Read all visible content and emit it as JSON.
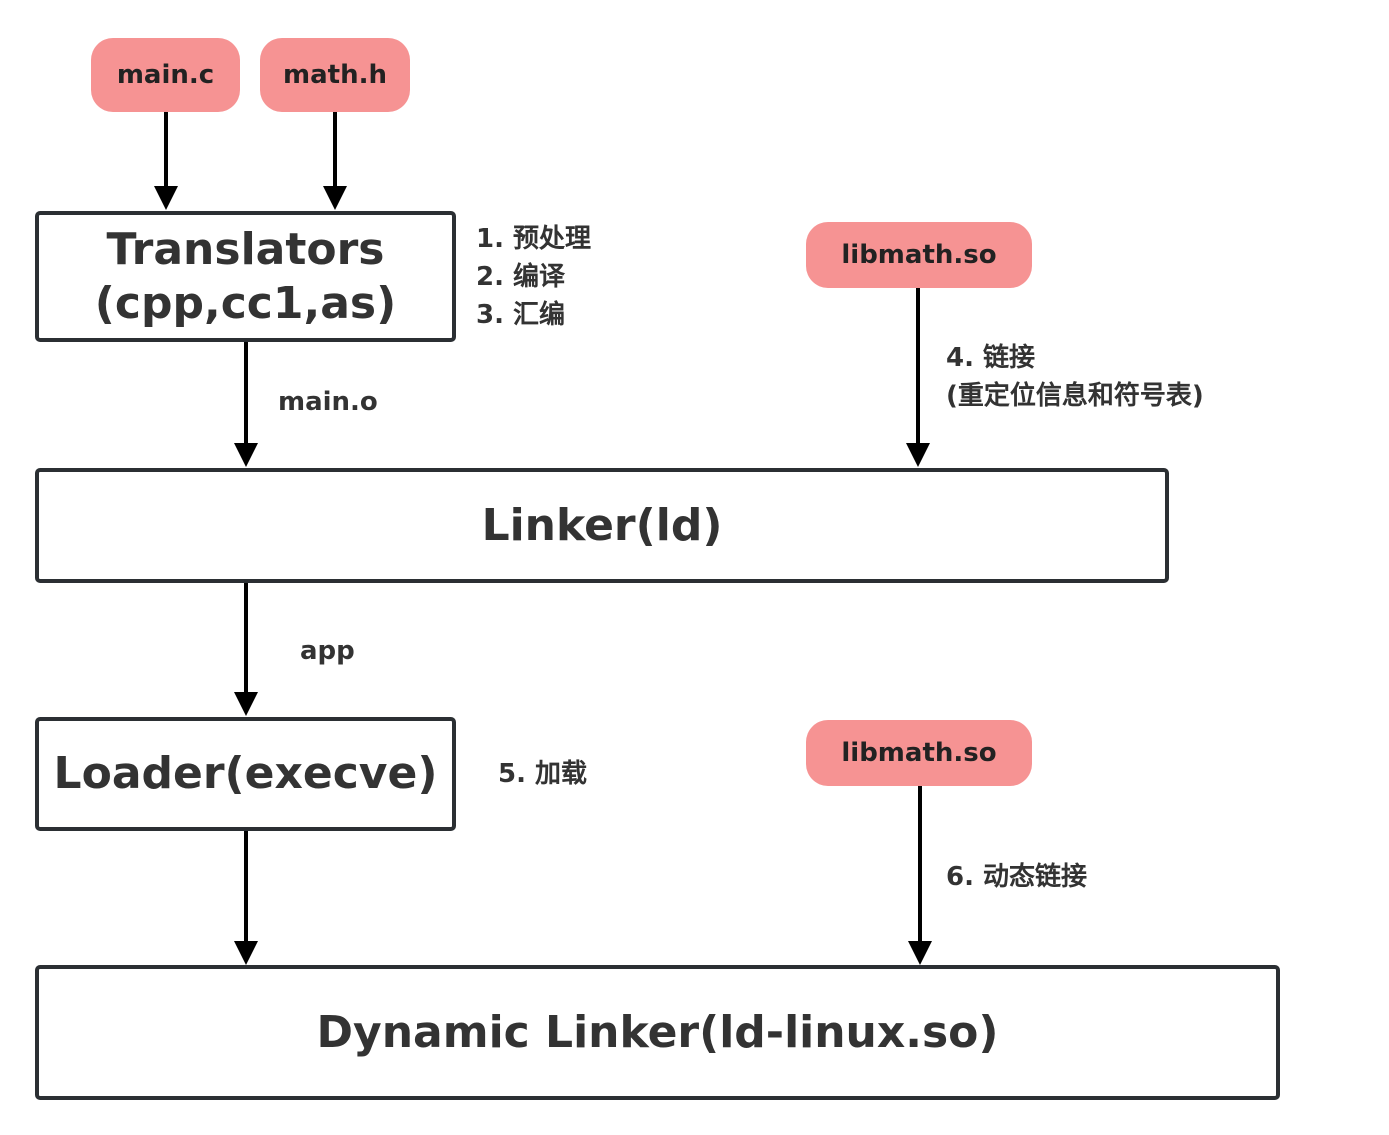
{
  "sources": {
    "main_c": "main.c",
    "math_h": "math.h"
  },
  "libs": {
    "lib_top": "libmath.so",
    "lib_bottom": "libmath.so"
  },
  "boxes": {
    "translators_line1": "Translators",
    "translators_line2": "(cpp,cc1,as)",
    "linker": "Linker(ld)",
    "loader": "Loader(execve)",
    "dynamic_linker": "Dynamic Linker(ld-linux.so)"
  },
  "labels": {
    "main_o": "main.o",
    "app": "app"
  },
  "steps": {
    "s1": "1. 预处理",
    "s2": "2. 编译",
    "s3": "3. 汇编",
    "s4_line1": "4. 链接",
    "s4_line2": "(重定位信息和符号表)",
    "s5": "5. 加载",
    "s6": "6. 动态链接"
  },
  "colors": {
    "pill_fill": "#f69393",
    "box_border": "#2b2f33",
    "arrow": "#000000",
    "text": "#333333"
  }
}
